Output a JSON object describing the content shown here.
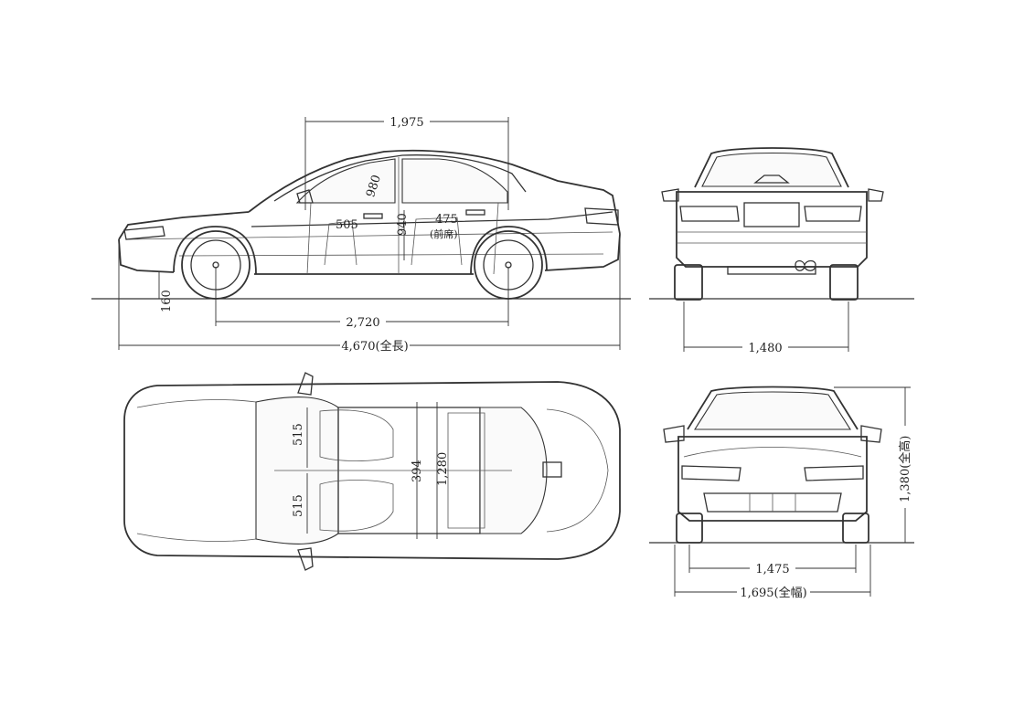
{
  "side_view": {
    "overall_length": "4,670(全長)",
    "wheelbase": "2,720",
    "cabin_length": "1,975",
    "ground_clearance": "160",
    "front_headroom": "980",
    "front_legroom": "505",
    "rear_headroom": "940",
    "rear_legroom": "475",
    "rear_note": "(前席)"
  },
  "rear_view": {
    "rear_track": "1,480"
  },
  "top_view": {
    "front_seat_width_upper": "515",
    "front_seat_width_lower": "515",
    "cabin_width_a": "394",
    "cabin_width_b": "1,280"
  },
  "front_view": {
    "front_track": "1,475",
    "overall_width": "1,695(全幅)",
    "overall_height": "1,380(全高)"
  }
}
